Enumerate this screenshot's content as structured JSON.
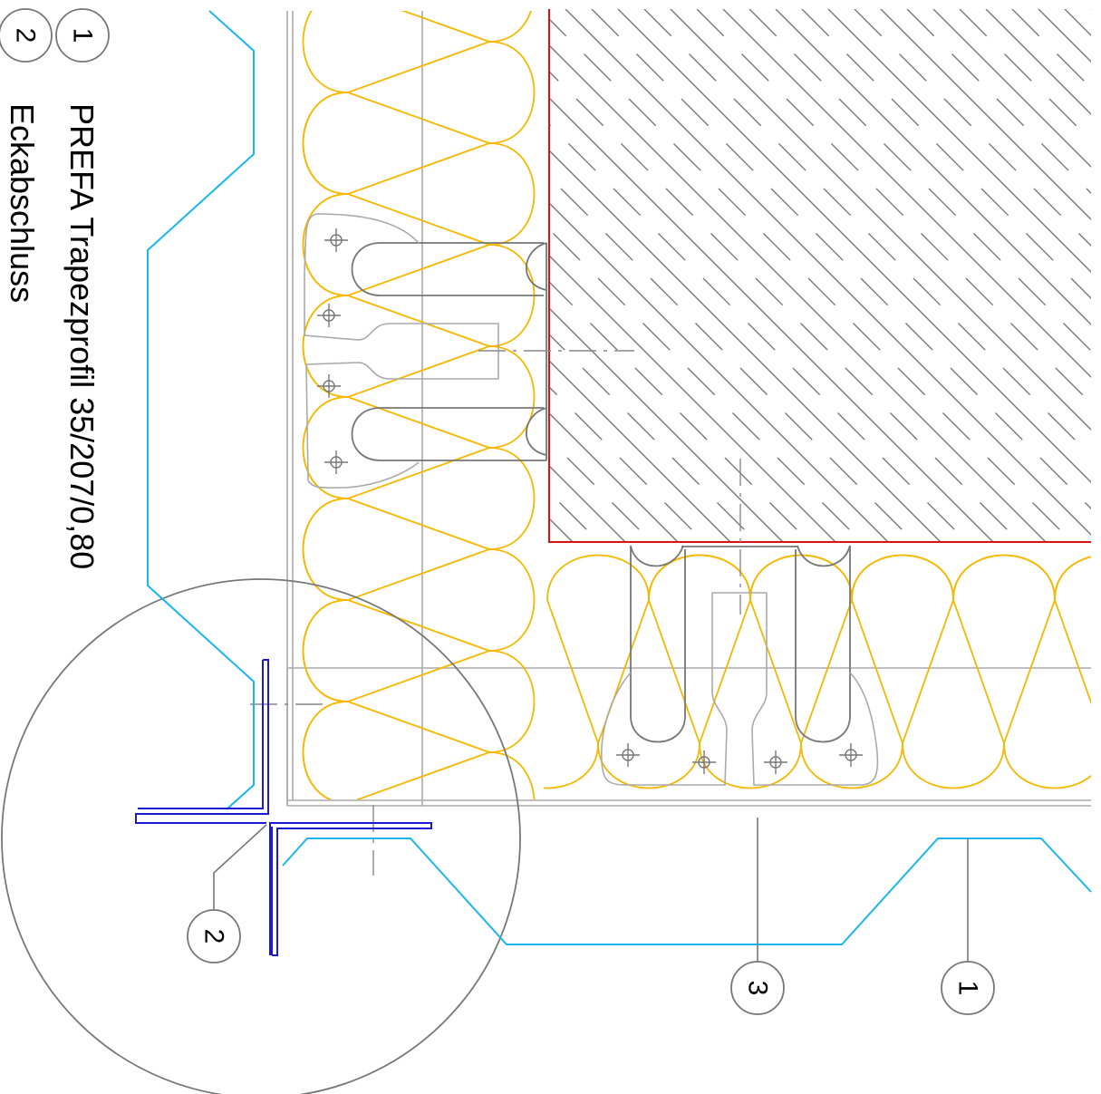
{
  "legend": {
    "items": [
      {
        "number": "1",
        "label": "PREFA Trapezprofil 35/207/0,80"
      },
      {
        "number": "2",
        "label": "Eckabschluss"
      }
    ]
  },
  "callouts": {
    "one": "1",
    "two": "2",
    "three": "3"
  },
  "colors": {
    "profile_line": "#1ab6ee",
    "corner_trim": "#1a1ad6",
    "insulation": "#f5b800",
    "wall_outline": "#e01010",
    "linework": "#777777",
    "light_linework": "#aaaaaa"
  }
}
